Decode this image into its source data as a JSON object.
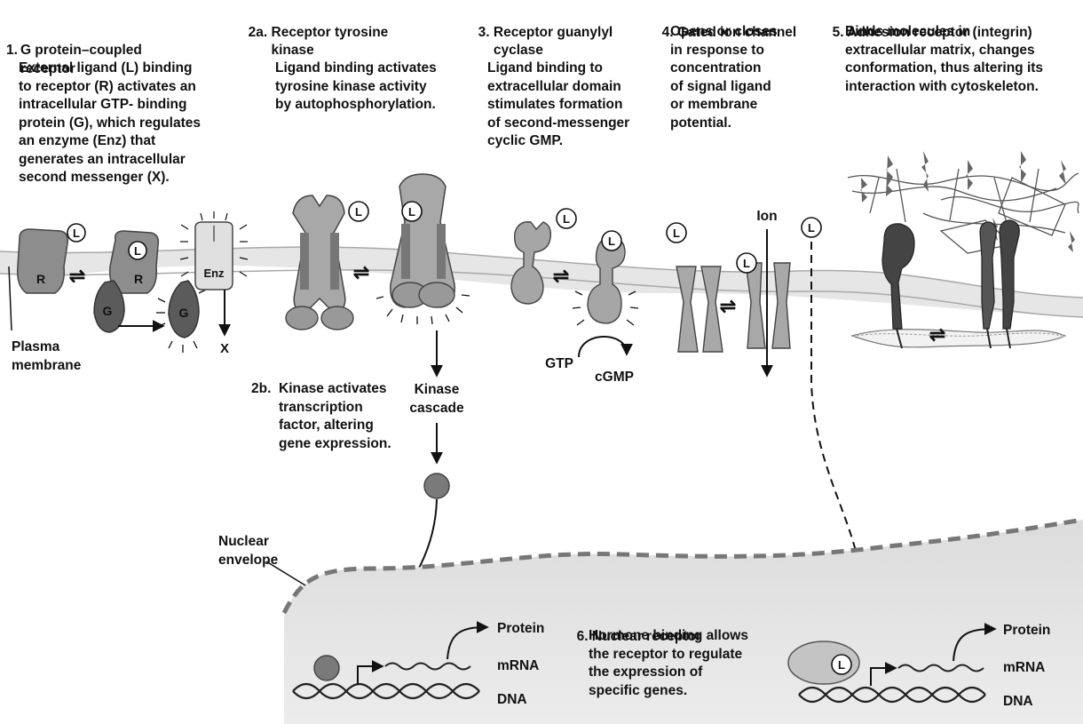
{
  "panels": {
    "p1": {
      "num": "1.",
      "title": "G protein–coupled\nreceptor",
      "body": "External ligand (L) binding\nto receptor (R) activates an\nintracellular GTP- binding\nprotein (G), which regulates\nan enzyme (Enz) that\ngenerates an intracellular\nsecond messenger (X)."
    },
    "p2a": {
      "num": "2a.",
      "title": "Receptor tyrosine\nkinase",
      "body": "Ligand binding activates\ntyrosine kinase activity\nby autophosphorylation."
    },
    "p3": {
      "num": "3.",
      "title": "Receptor guanylyl\ncyclase",
      "body": "Ligand binding to\nextracellular domain\nstimulates formation\nof second-messenger\ncyclic GMP."
    },
    "p4": {
      "num": "4.",
      "title": "Gated ion channel",
      "body": "Opens or closes\nin response to\nconcentration\nof signal ligand\nor membrane\npotential."
    },
    "p5": {
      "num": "5.",
      "title": "Adhesion receptor (integrin)",
      "body": "Binds molecules in\nextracellular matrix, changes\nconformation, thus altering its\ninteraction with cytoskeleton."
    },
    "p2b": {
      "num": "2b.",
      "body": "Kinase activates\ntranscription\nfactor, altering\ngene expression."
    },
    "p6": {
      "num": "6.",
      "title": "Nuclear receptor",
      "body": "Hormone binding allows\nthe receptor to regulate\nthe expression of\nspecific genes."
    }
  },
  "labels": {
    "ligand": "L",
    "receptor": "R",
    "gprotein": "G",
    "enzyme": "Enz",
    "messenger": "X",
    "plasma_membrane": "Plasma\nmembrane",
    "kinase_cascade": "Kinase\ncascade",
    "gtp": "GTP",
    "cgmp": "cGMP",
    "ion": "Ion",
    "nuclear_envelope": "Nuclear\nenvelope",
    "protein": "Protein",
    "mrna": "mRNA",
    "dna": "DNA"
  },
  "colors": {
    "membrane_fill": "#e6e6e6",
    "membrane_line": "#a9a9a9",
    "protein_dark": "#5b5b5b",
    "protein_mid": "#8d8d8d",
    "protein_light": "#b8b8b8",
    "nucleus_fill": "#e3e3e3"
  }
}
